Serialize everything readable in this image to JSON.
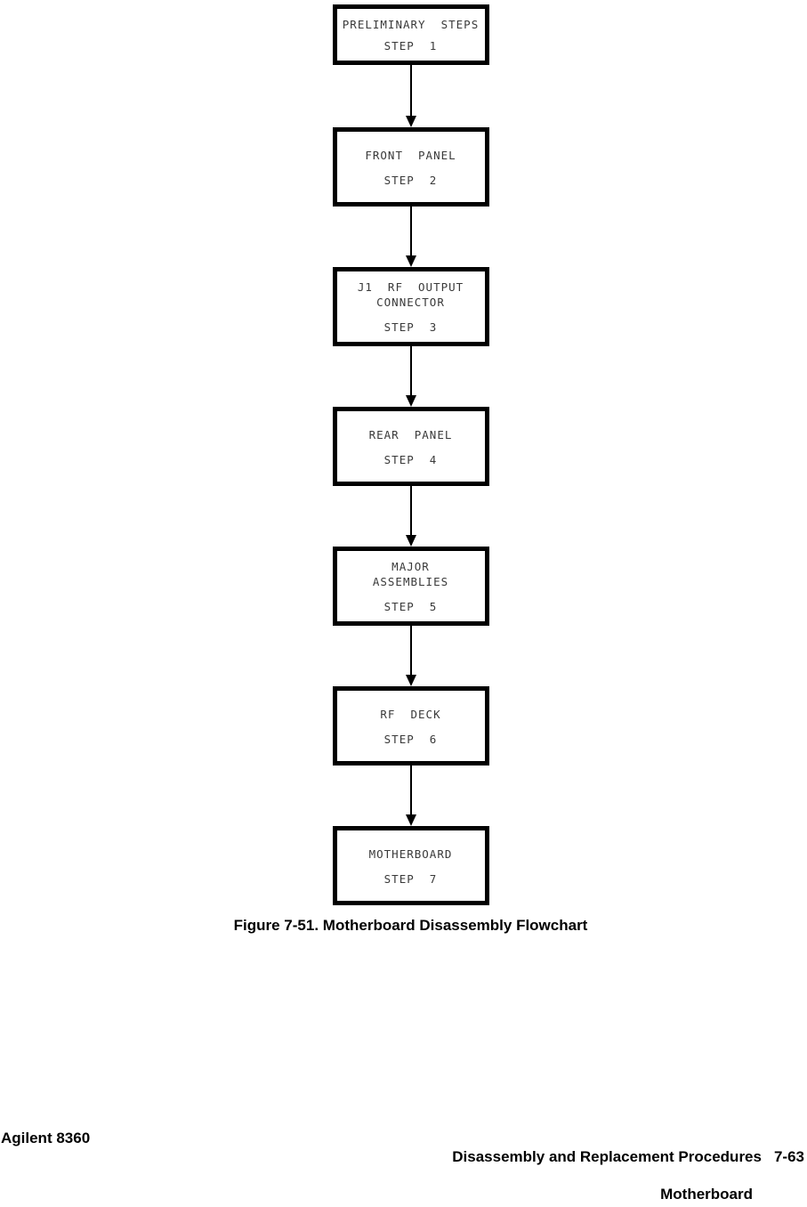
{
  "flowchart": {
    "caption": "Figure 7-51. Motherboard Disassembly Flowchart",
    "steps": [
      {
        "title_lines": [
          "PRELIMINARY  STEPS"
        ],
        "step": "STEP  1"
      },
      {
        "title_lines": [
          "FRONT  PANEL"
        ],
        "step": "STEP  2"
      },
      {
        "title_lines": [
          "J1  RF  OUTPUT",
          "CONNECTOR"
        ],
        "step": "STEP  3"
      },
      {
        "title_lines": [
          "REAR  PANEL"
        ],
        "step": "STEP  4"
      },
      {
        "title_lines": [
          "MAJOR",
          "ASSEMBLIES"
        ],
        "step": "STEP  5"
      },
      {
        "title_lines": [
          "RF  DECK"
        ],
        "step": "STEP  6"
      },
      {
        "title_lines": [
          "MOTHERBOARD"
        ],
        "step": "STEP  7"
      }
    ]
  },
  "footer": {
    "left": "Agilent 8360",
    "right_title": "Disassembly and Replacement Procedures",
    "page_number": "7-63",
    "right_subtitle": "Motherboard"
  }
}
